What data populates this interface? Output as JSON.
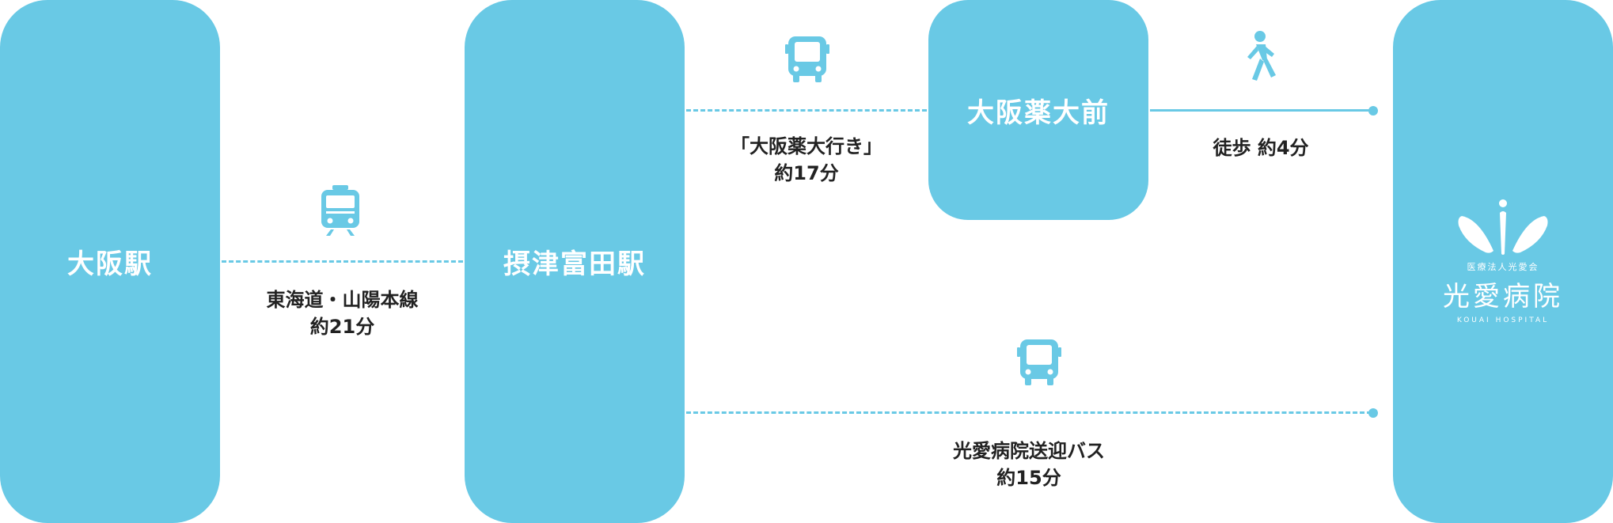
{
  "stations": {
    "osaka": "大阪駅",
    "settsu_tonda": "摂津富田駅",
    "osaka_yakudai_mae": "大阪薬大前"
  },
  "hospital": {
    "corp": "医療法人光愛会",
    "name": "光愛病院",
    "name_en": "KOUAI HOSPITAL"
  },
  "routes": {
    "train": {
      "line1": "東海道・山陽本線",
      "line2": "約21分"
    },
    "bus_yakudai": {
      "line1": "「大阪薬大行き」",
      "line2": "約17分"
    },
    "walk": {
      "line1": "徒歩 約4分"
    },
    "shuttle": {
      "line1": "光愛病院送迎バス",
      "line2": "約15分"
    }
  },
  "colors": {
    "accent": "#69c9e5",
    "text": "#222222"
  },
  "icons": [
    "train-icon",
    "bus-icon",
    "walk-icon",
    "hospital-logo-icon"
  ]
}
